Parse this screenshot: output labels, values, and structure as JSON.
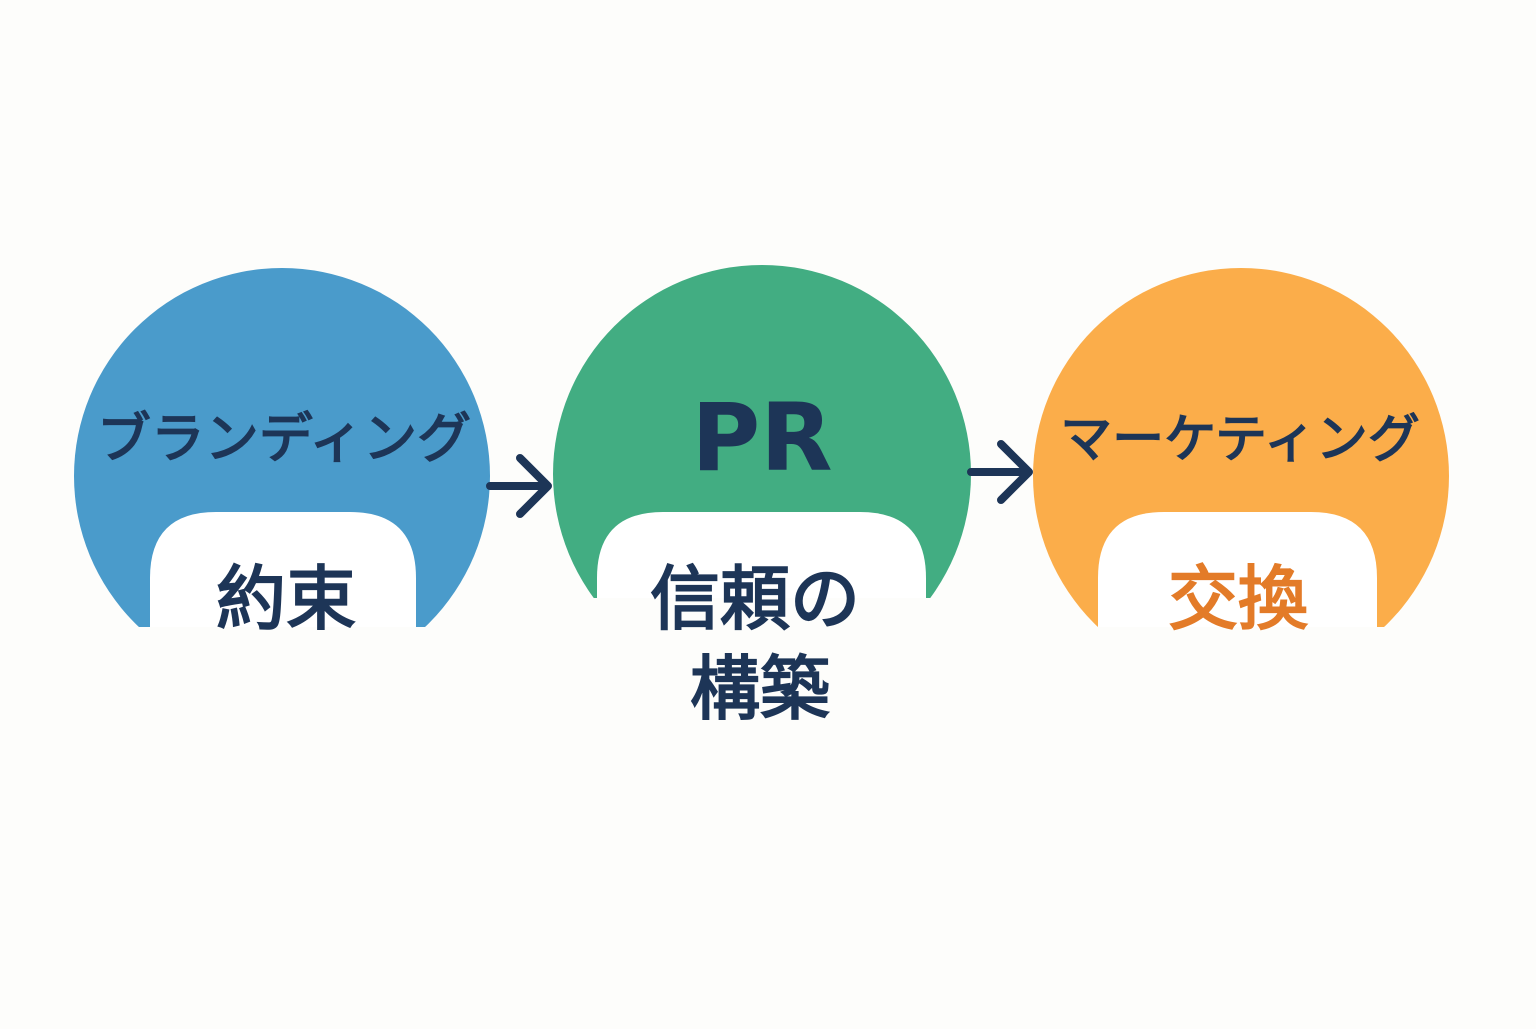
{
  "colors": {
    "background": "#fdfdfb",
    "navy": "#1d3557",
    "branding": "#4a9bcb",
    "pr": "#42ad82",
    "marketing": "#fbad4a",
    "exchange_text": "#e37b28",
    "cutout": "#ffffff"
  },
  "stages": [
    {
      "title": "ブランディング",
      "keyword_lines": [
        "約束"
      ]
    },
    {
      "title": "PR",
      "keyword_lines": [
        "信頼の",
        "構築"
      ]
    },
    {
      "title": "マーケティング",
      "keyword_lines": [
        "交換"
      ]
    }
  ],
  "connectors": [
    {
      "icon": "arrow-right-icon"
    },
    {
      "icon": "arrow-right-icon"
    }
  ]
}
